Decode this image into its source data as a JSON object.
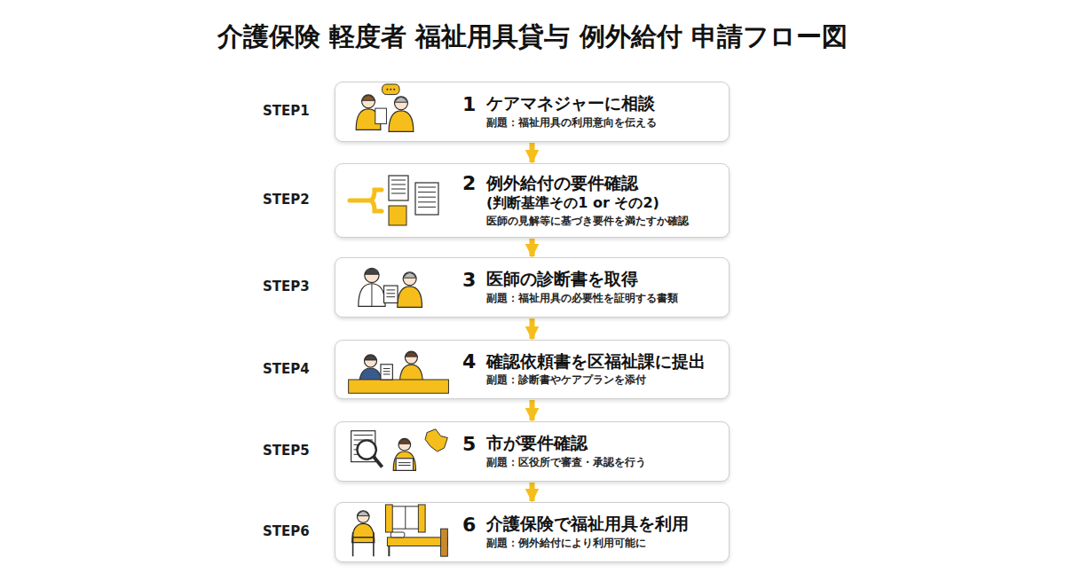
{
  "diagram": {
    "title": "介護保険 軽度者 福祉用具貸与 例外給付 申請フロー図",
    "nodes": [
      {
        "text": [
          "1",
          "ケアマネジャーに相談",
          "副題：福祉用具の利用意向を伝える"
        ]
      },
      {
        "text": [
          "2",
          "例外給付の要件確認",
          "(判断基準その1 or その2)",
          "医師の見解等に基づき要件を満たすか確認"
        ]
      },
      {
        "text": [
          "3",
          "医師の診断書を取得",
          "副題：福祉用具の必要性を証明する書類"
        ]
      },
      {
        "text": [
          "4",
          "確認依頼書を区福祉課に提出",
          "副題：診断書やケアプランを添付"
        ]
      },
      {
        "text": [
          "5",
          "市が要件確認",
          "副題：区役所で審査・承認を行う"
        ]
      },
      {
        "text": [
          "6",
          "介護保険で福祉用具を利用",
          "副題：例外給付により利用可能に"
        ]
      }
    ],
    "edges": [
      {
        "from": 0,
        "to": 1,
        "arrow": "to"
      },
      {
        "from": 1,
        "to": 2,
        "arrow": "to"
      },
      {
        "from": 2,
        "to": 3,
        "arrow": "to"
      },
      {
        "from": 3,
        "to": 4,
        "arrow": "to"
      },
      {
        "from": 4,
        "to": 5,
        "arrow": "to"
      }
    ],
    "labels": [
      "STEP1",
      "STEP2",
      "STEP3",
      "STEP4",
      "STEP5",
      "STEP6"
    ]
  }
}
